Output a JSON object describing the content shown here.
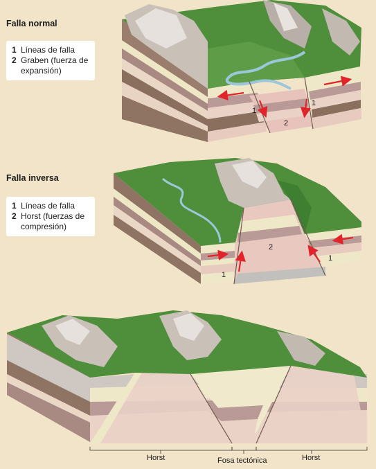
{
  "normal": {
    "title": "Falla normal",
    "legend": [
      {
        "num": "1",
        "text": "Líneas de falla"
      },
      {
        "num": "2",
        "text": "Graben (fuerza de expansión)"
      }
    ],
    "markers": {
      "fault": "1",
      "graben": "2"
    }
  },
  "inverse": {
    "title": "Falla inversa",
    "legend": [
      {
        "num": "1",
        "text": "Líneas de falla"
      },
      {
        "num": "2",
        "text": "Horst (fuerzas de compresión)"
      }
    ],
    "markers": {
      "fault": "1",
      "horst": "2"
    }
  },
  "combined": {
    "labels": {
      "horst_left": "Horst",
      "fosa": "Fosa tectónica",
      "horst_right": "Horst"
    }
  },
  "colors": {
    "background": "#f2e4c8",
    "arrow": "#e0242a",
    "layer_cream": "#efe8c8",
    "layer_pink": "#e9c9bf",
    "layer_brown": "#8a6f5f",
    "layer_mauve": "#b99a97",
    "vegetation": "#4f8f3c",
    "rock": "#cfc8c2",
    "water": "#9cc7d8"
  }
}
